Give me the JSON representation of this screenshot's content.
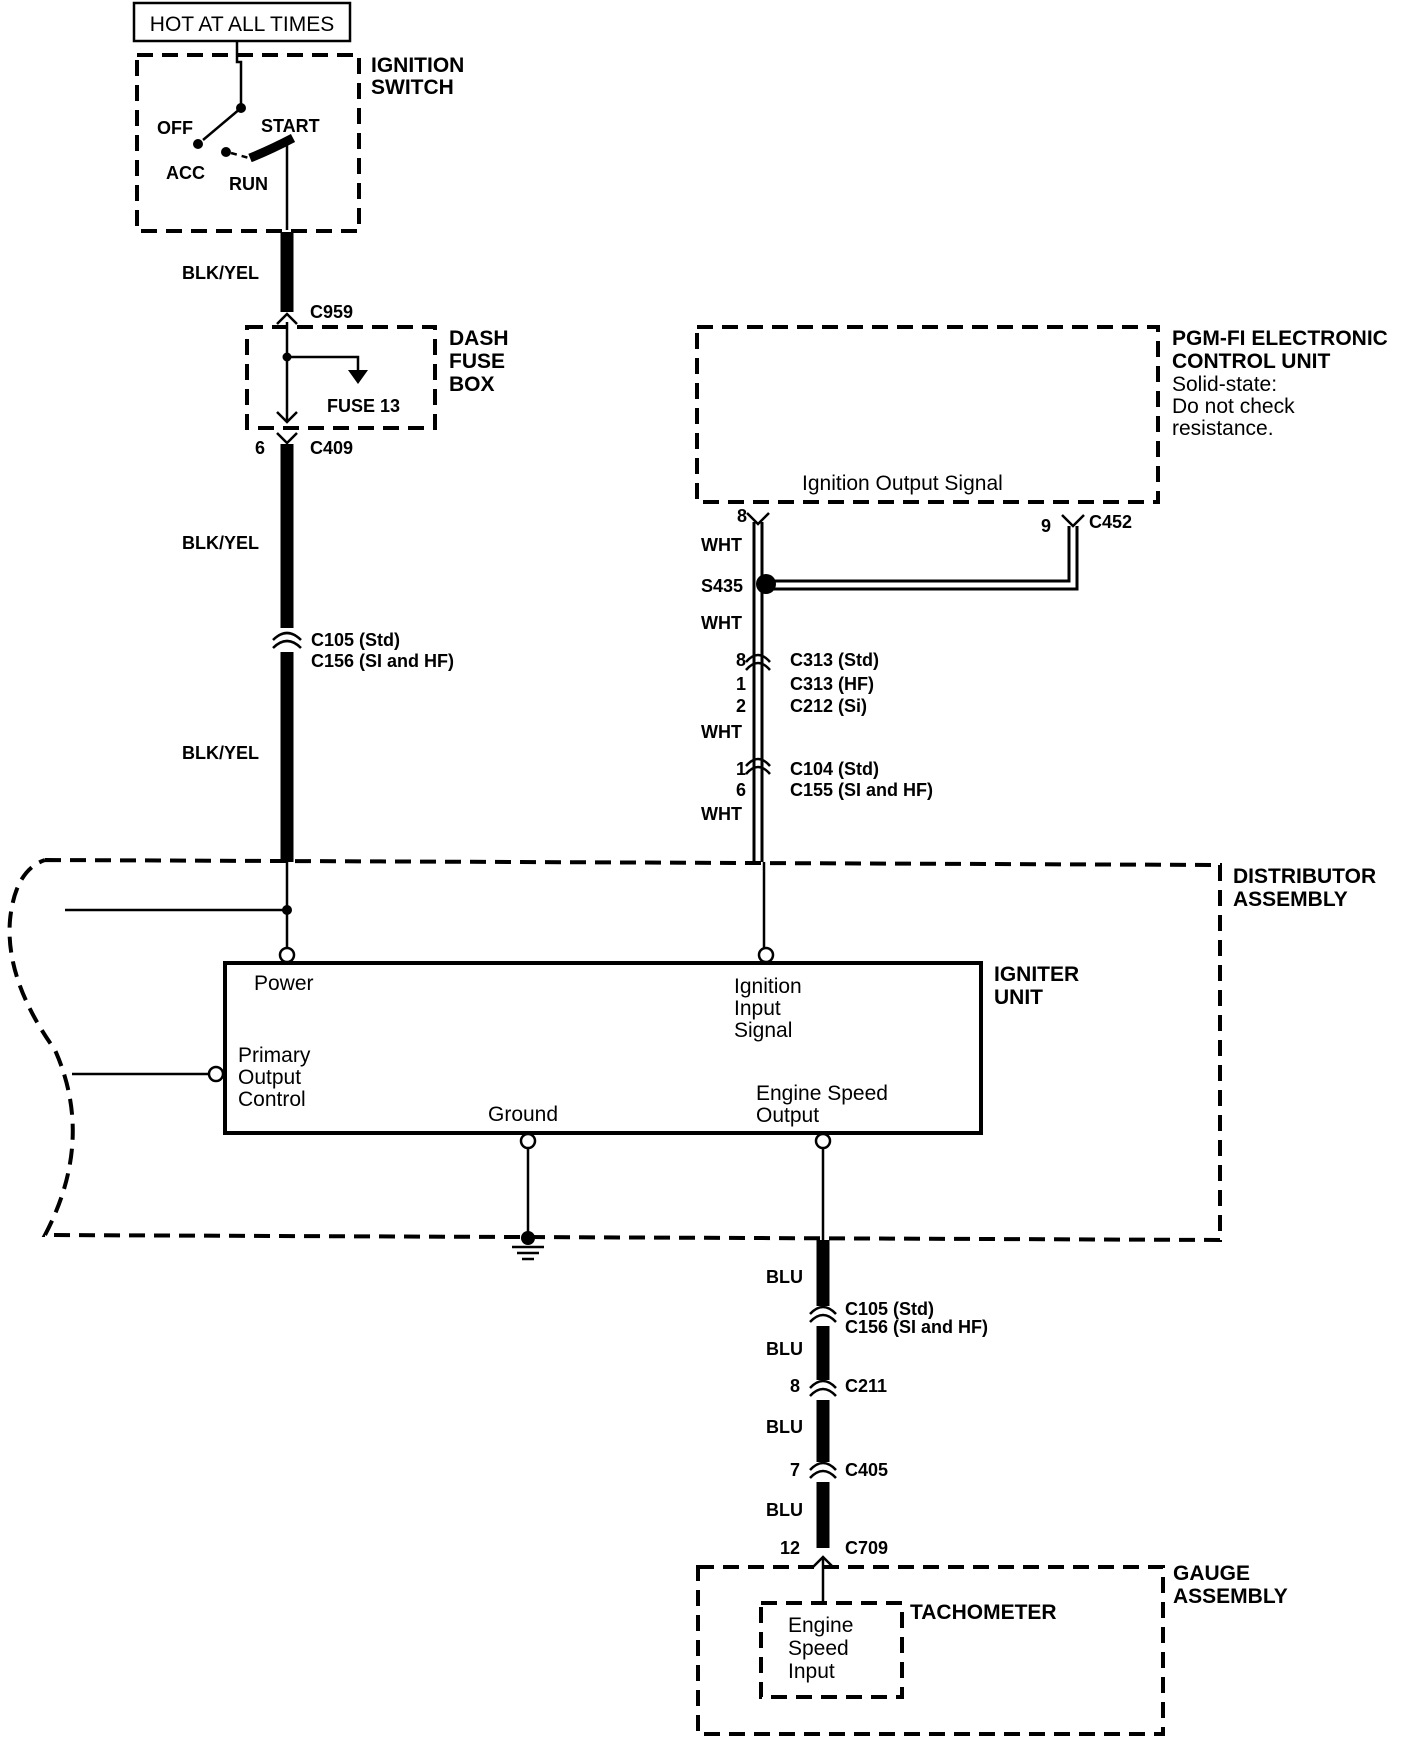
{
  "header": {
    "hot_label": "HOT AT ALL TIMES"
  },
  "ignition_switch": {
    "title_line1": "IGNITION",
    "title_line2": "SWITCH",
    "positions": {
      "off": "OFF",
      "start": "START",
      "acc": "ACC",
      "run": "RUN"
    }
  },
  "power_circuit": {
    "wire1": "BLK/YEL",
    "connector_c959": "C959",
    "dash_fuse_box": {
      "line1": "DASH",
      "line2": "FUSE",
      "line3": "BOX",
      "fuse": "FUSE 13"
    },
    "c409_pin": "6",
    "c409": "C409",
    "wire2": "BLK/YEL",
    "c105": "C105 (Std)",
    "c156": "C156 (SI and HF)",
    "wire3": "BLK/YEL"
  },
  "ecu": {
    "title_line1": "PGM-FI ELECTRONIC",
    "title_line2": "CONTROL UNIT",
    "note_line1": "Solid-state:",
    "note_line2": "Do not check",
    "note_line3": "resistance.",
    "signal": "Ignition Output Signal",
    "pin_8": "8",
    "pin_9": "9",
    "connector": "C452"
  },
  "signal_circuit": {
    "wire1": "WHT",
    "splice": "S435",
    "wire2": "WHT",
    "c313_std_pin": "8",
    "c313_std": "C313  (Std)",
    "c313_hf_pin": "1",
    "c313_hf": "C313  (HF)",
    "c212_pin": "2",
    "c212": "C212  (Si)",
    "wire3": "WHT",
    "c104_pin": "1",
    "c104": "C104  (Std)",
    "c155_pin": "6",
    "c155": "C155  (SI and HF)",
    "wire4": "WHT"
  },
  "distributor": {
    "title_line1": "DISTRIBUTOR",
    "title_line2": "ASSEMBLY"
  },
  "igniter": {
    "title_line1": "IGNITER",
    "title_line2": "UNIT",
    "power": "Power",
    "ign_input_1": "Ignition",
    "ign_input_2": "Input",
    "ign_input_3": "Signal",
    "primary_1": "Primary",
    "primary_2": "Output",
    "primary_3": "Control",
    "ground": "Ground",
    "engine_speed_1": "Engine Speed",
    "engine_speed_2": "Output"
  },
  "tach_circuit": {
    "wire1": "BLU",
    "c105": "C105 (Std)",
    "c156": "C156 (SI and HF)",
    "wire2": "BLU",
    "c211_pin": "8",
    "c211": "C211",
    "wire3": "BLU",
    "c405_pin": "7",
    "c405": "C405",
    "wire4": "BLU",
    "c709_pin": "12",
    "c709": "C709"
  },
  "gauge": {
    "title_line1": "GAUGE",
    "title_line2": "ASSEMBLY",
    "tachometer": "TACHOMETER",
    "input_1": "Engine",
    "input_2": "Speed",
    "input_3": "Input"
  }
}
